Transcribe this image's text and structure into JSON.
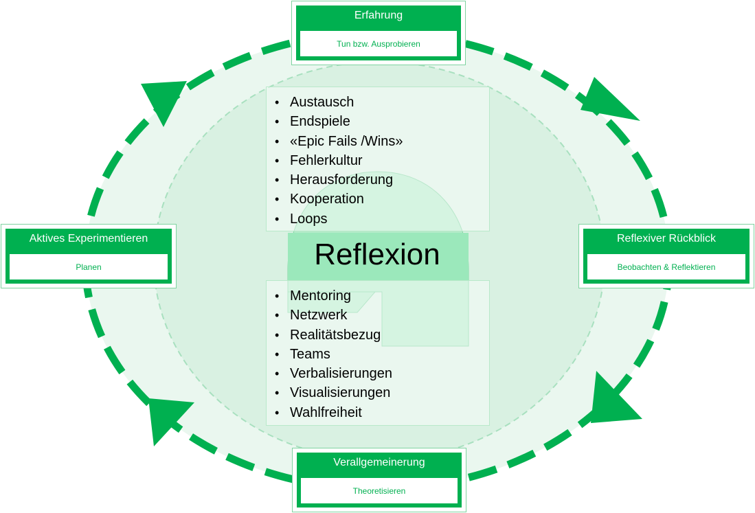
{
  "colors": {
    "accent": "#00b050",
    "ellipse_fill": "#eaf7ef",
    "inner_ellipse_fill": "#d9f1e2",
    "shape_fill": "#b3ebc9"
  },
  "icons": {
    "arrowheads": [
      "arrow-right-icon",
      "arrow-down-icon",
      "arrow-left-icon",
      "arrow-up-icon"
    ]
  },
  "stages": {
    "top": {
      "title": "Erfahrung",
      "subtitle": "Tun bzw. Ausprobieren"
    },
    "right": {
      "title": "Reflexiver Rückblick",
      "subtitle": "Beobachten & Reflektieren"
    },
    "bottom": {
      "title": "Verallgemeinerung",
      "subtitle": "Theoretisieren"
    },
    "left": {
      "title": "Aktives Experimentieren",
      "subtitle": "Planen"
    }
  },
  "center": {
    "title": "Reflexion",
    "upper_list": [
      "Austausch",
      "Endspiele",
      "«Epic Fails /Wins»",
      "Fehlerkultur",
      "Herausforderung",
      "Kooperation",
      "Loops"
    ],
    "lower_list": [
      "Mentoring",
      "Netzwerk",
      "Realitätsbezug",
      "Teams",
      "Verbalisierungen",
      "Visualisierungen",
      "Wahlfreiheit"
    ]
  }
}
